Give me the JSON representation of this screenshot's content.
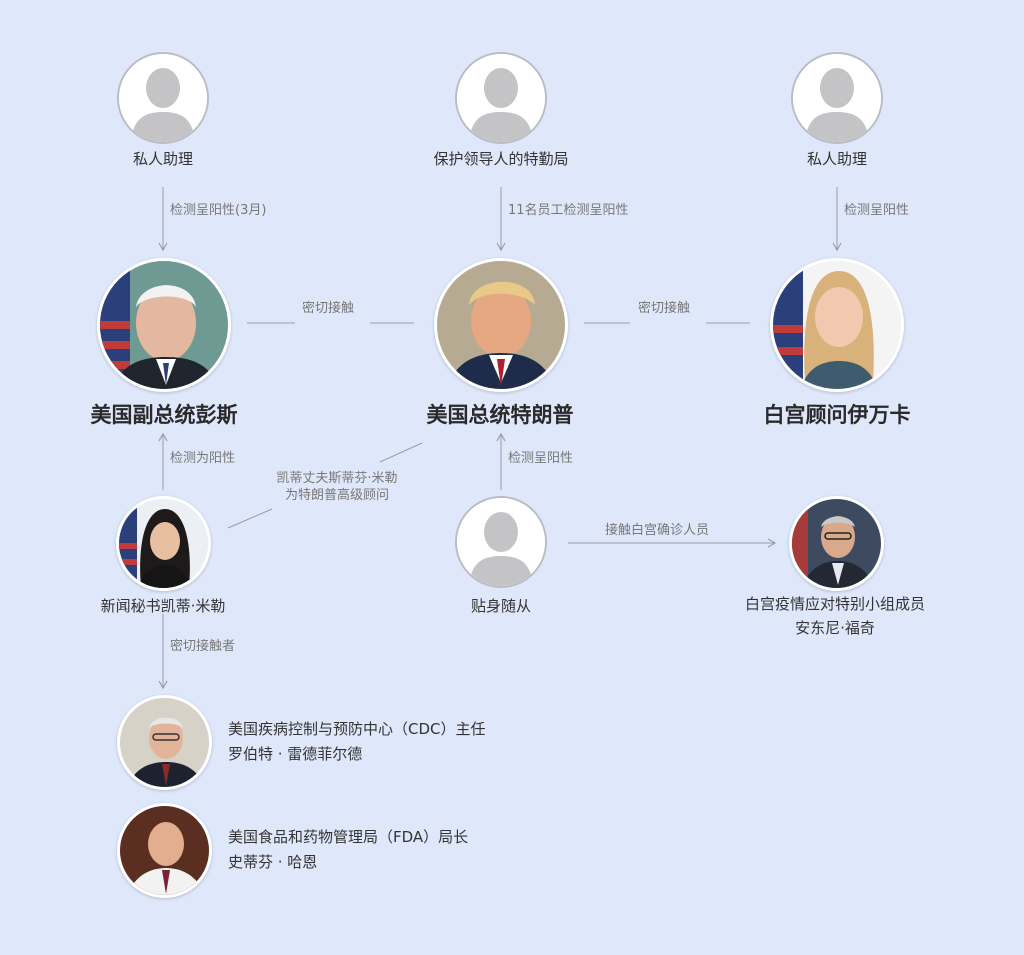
{
  "colors": {
    "background": "#dfe8fb",
    "line": "#9a9ca3",
    "edge_text": "#777777",
    "placeholder_fill": "#c4c4c6",
    "placeholder_border": "#b9bcc4"
  },
  "nodes": {
    "aide_left": {
      "label": "私人助理"
    },
    "secret_service": {
      "label": "保护领导人的特勤局"
    },
    "aide_right": {
      "label": "私人助理"
    },
    "pence": {
      "label": "美国副总统彭斯"
    },
    "trump": {
      "label": "美国总统特朗普"
    },
    "ivanka": {
      "label": "白宫顾问伊万卡"
    },
    "katie_miller": {
      "label": "新闻秘书凯蒂·米勒"
    },
    "valet": {
      "label": "贴身随从"
    },
    "fauci": {
      "line1": "白宫疫情应对特别小组成员",
      "line2": "安东尼·福奇"
    },
    "redfield": {
      "line1": "美国疾病控制与预防中心（CDC）主任",
      "line2": "罗伯特 · 雷德菲尔德"
    },
    "hahn": {
      "line1": "美国食品和药物管理局（FDA）局长",
      "line2": "史蒂芬 · 哈恩"
    }
  },
  "edges": {
    "aide_left_to_pence": "检测呈阳性(3月)",
    "secret_service_to_trump": "11名员工检测呈阳性",
    "aide_right_to_ivanka": "检测呈阳性",
    "pence_trump": "密切接触",
    "trump_ivanka": "密切接触",
    "miller_to_pence": "检测为阳性",
    "miller_trump_line1": "凯蒂丈夫斯蒂芬·米勒",
    "miller_trump_line2": "为特朗普高级顾问",
    "valet_to_trump": "检测呈阳性",
    "valet_to_fauci": "接触白宫确诊人员",
    "miller_to_cdc_fda": "密切接触者"
  }
}
